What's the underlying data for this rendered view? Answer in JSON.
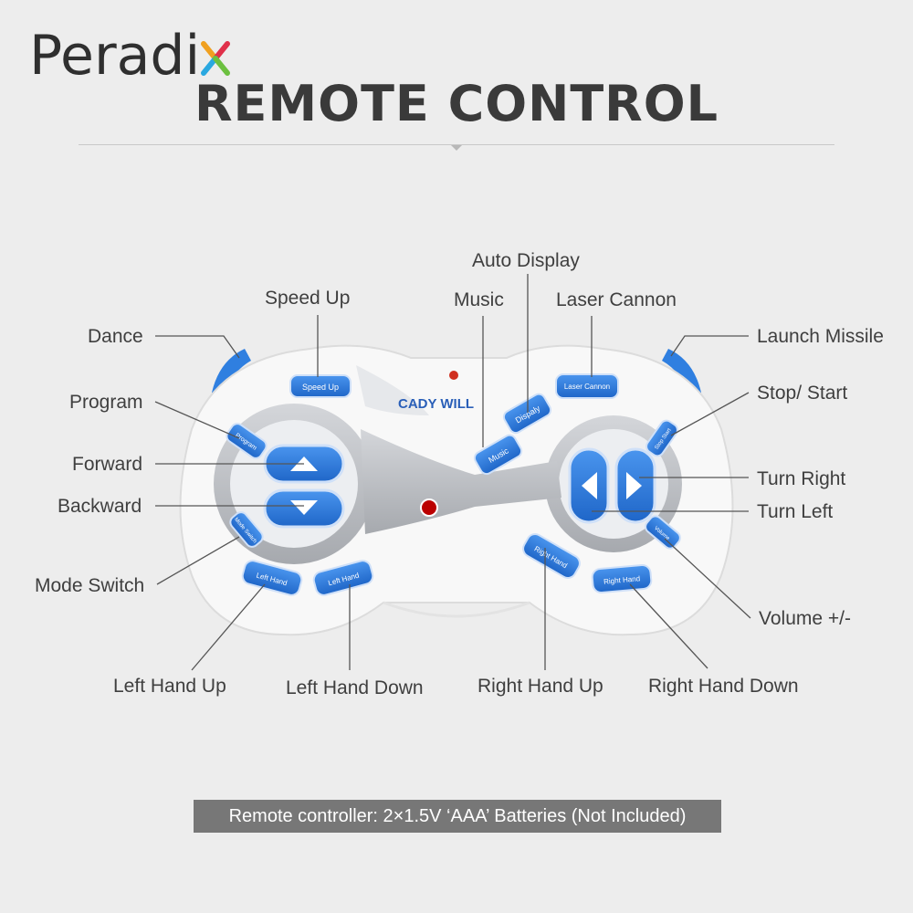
{
  "brand": {
    "name": "Peradi",
    "x_letter": "X",
    "x_colors": [
      "#f0a020",
      "#e0304a",
      "#2aa8e0",
      "#6cc040"
    ]
  },
  "title": "REMOTE CONTROL",
  "device_brand": "CADY WILL",
  "buttons": {
    "speed_up": "Speed Up",
    "laser_cannon": "Laser Cannon",
    "display": "Dispaly",
    "music": "Music",
    "program": "Program",
    "stop_start": "Stop Start",
    "mode_switch": "Mode Switch",
    "volume": "Volume",
    "left_hand_up": "Left Hand",
    "left_hand_down": "Left Hand",
    "right_hand_up": "Right Hand",
    "right_hand_down": "Right Hand"
  },
  "callouts": {
    "auto_display": "Auto Display",
    "speed_up": "Speed Up",
    "music": "Music",
    "laser_cannon": "Laser Cannon",
    "dance": "Dance",
    "launch_missile": "Launch Missile",
    "program": "Program",
    "stop_start": "Stop/ Start",
    "forward": "Forward",
    "turn_right": "Turn Right",
    "backward": "Backward",
    "turn_left": "Turn Left",
    "mode_switch": "Mode Switch",
    "volume": "Volume +/-",
    "left_hand_up": "Left Hand Up",
    "left_hand_down": "Left Hand Down",
    "right_hand_up": "Right Hand Up",
    "right_hand_down": "Right Hand Down"
  },
  "footer": "Remote controller: 2×1.5V ‘AAA’ Batteries (Not Included)",
  "colors": {
    "button_blue": "#2f7fe0",
    "body_white": "#f7f7f7",
    "panel_silver": "#b9bcc2",
    "text_dark": "#3f3f3f"
  }
}
